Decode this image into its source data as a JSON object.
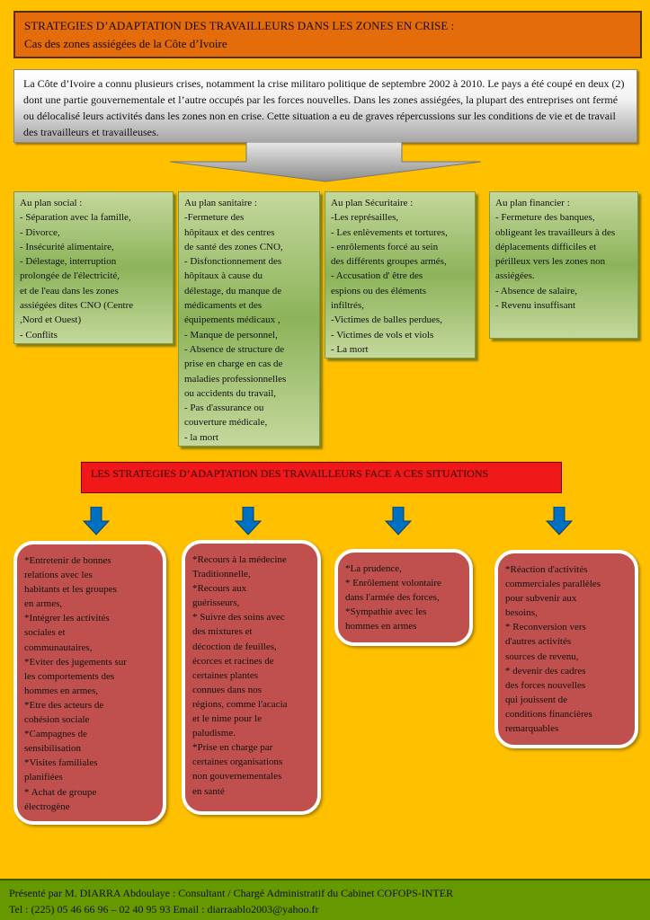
{
  "header": {
    "title": "STRATEGIES D’ADAPTATION DES TRAVAILLEURS DANS LES ZONES EN CRISE :",
    "subtitle": "Cas  des zones assiégées de la Côte d’Ivoire"
  },
  "intro": "La Côte d’Ivoire a connu plusieurs crises, notamment la crise militaro politique de septembre 2002 à 2010. Le pays a été coupé en deux (2) dont une partie gouvernementale et l’autre occupés par les forces nouvelles.  Dans les zones assiégées, la plupart des entreprises ont fermé ou délocalisé leurs activités dans les zones non en crise. Cette situation a eu de graves répercussions sur les conditions de vie et de travail des travailleurs et travailleuses.",
  "impacts": {
    "social": "Au plan social :\n- Séparation avec la famille,\n- Divorce,\n- Insécurité alimentaire,\n- Délestage, interruption\n   prolongée de l'électricité,\n   et de l'eau dans les zones\n   assiégées dites CNO (Centre\n   ,Nord et Ouest)\n- Conflits",
    "sanitaire": "Au plan sanitaire :\n-Fermeture des\n  hôpitaux et des centres\n  de santé des zones CNO,\n- Disfonctionnement des\n  hôpitaux à cause du\n  délestage, du manque de\n  médicaments et des\n  équipements médicaux  ,\n- Manque de personnel,\n- Absence de structure de\nprise en charge en cas de\nmaladies professionnelles\nou accidents du travail,\n- Pas d'assurance ou\ncouverture médicale,\n- la mort",
    "securitaire": "Au plan Sécuritaire :\n-Les représailles,\n- Les enlèvements et tortures,\n- enrôlements forcé au sein\n  des différents groupes armés,\n- Accusation d' être des\n   espions ou des éléments\n   infiltrés,\n-Victimes de balles perdues,\n- Victimes de vols et viols\n- La mort",
    "financier": "Au plan financier :\n- Fermeture des  banques,\nobligeant les travailleurs à des\ndéplacements difficiles et\npérilleux  vers les zones non\nassiégées.\n- Absence de salaire,\n- Revenu insuffisant"
  },
  "banner": "LES STRATEGIES D’ADAPTATION DES TRAVAILLEURS FACE A CES SITUATIONS",
  "strategies": {
    "social": "*Entretenir de bonnes\n  relations avec les\n  habitants et les groupes\n  en armes,\n*Intégrer les activités\n  sociales et\ncommunautaires,\n*Eviter des jugements sur\n  les comportements des\n  hommes en armes,\n*Etre des acteurs de\n  cohésion sociale\n*Campagnes de\n  sensibilisation\n*Visites familiales\n   planifiées\n* Achat de groupe\nélectrogène",
    "sanitaire": "*Recours à la médecine\n  Traditionnelle,\n*Recours aux\n  guérisseurs,\n* Suivre des soins avec\ndes mixtures et\ndécoction de feuilles,\nécorces et racines de\ncertaines plantes\nconnues dans nos\nrégions, comme l'acacia\net le nime pour le\npaludisme.\n *Prise en charge par\ncertaines organisations\nnon gouvernementales\nen santé",
    "securitaire": "*La prudence,\n* Enrôlement volontaire\ndans l'armée des forces,\n*Sympathie avec les\nhommes en armes",
    "financier": "*Réaction d'activités\n  commerciales parallèles\n   pour subvenir aux\n   besoins,\n* Reconversion vers\n d'autres activités\n sources de revenu,\n* devenir des cadres\n des forces nouvelles\n   qui jouissent de\n conditions financières\n remarquables"
  },
  "footer": {
    "line1": "Présenté par M. DIARRA Abdoulaye : Consultant / Chargé Administratif du Cabinet COFOPS-INTER",
    "line2": "Tel : (225) 05 46 66 96 – 02 40 95 93 Email : diarraablo2003@yahoo.fr"
  },
  "colors": {
    "background": "#FFC000",
    "title": "#E46C0A",
    "banner": "#F01818",
    "strategy": "#C0504D",
    "arrow": "#0070C0",
    "footer": "#669900"
  }
}
